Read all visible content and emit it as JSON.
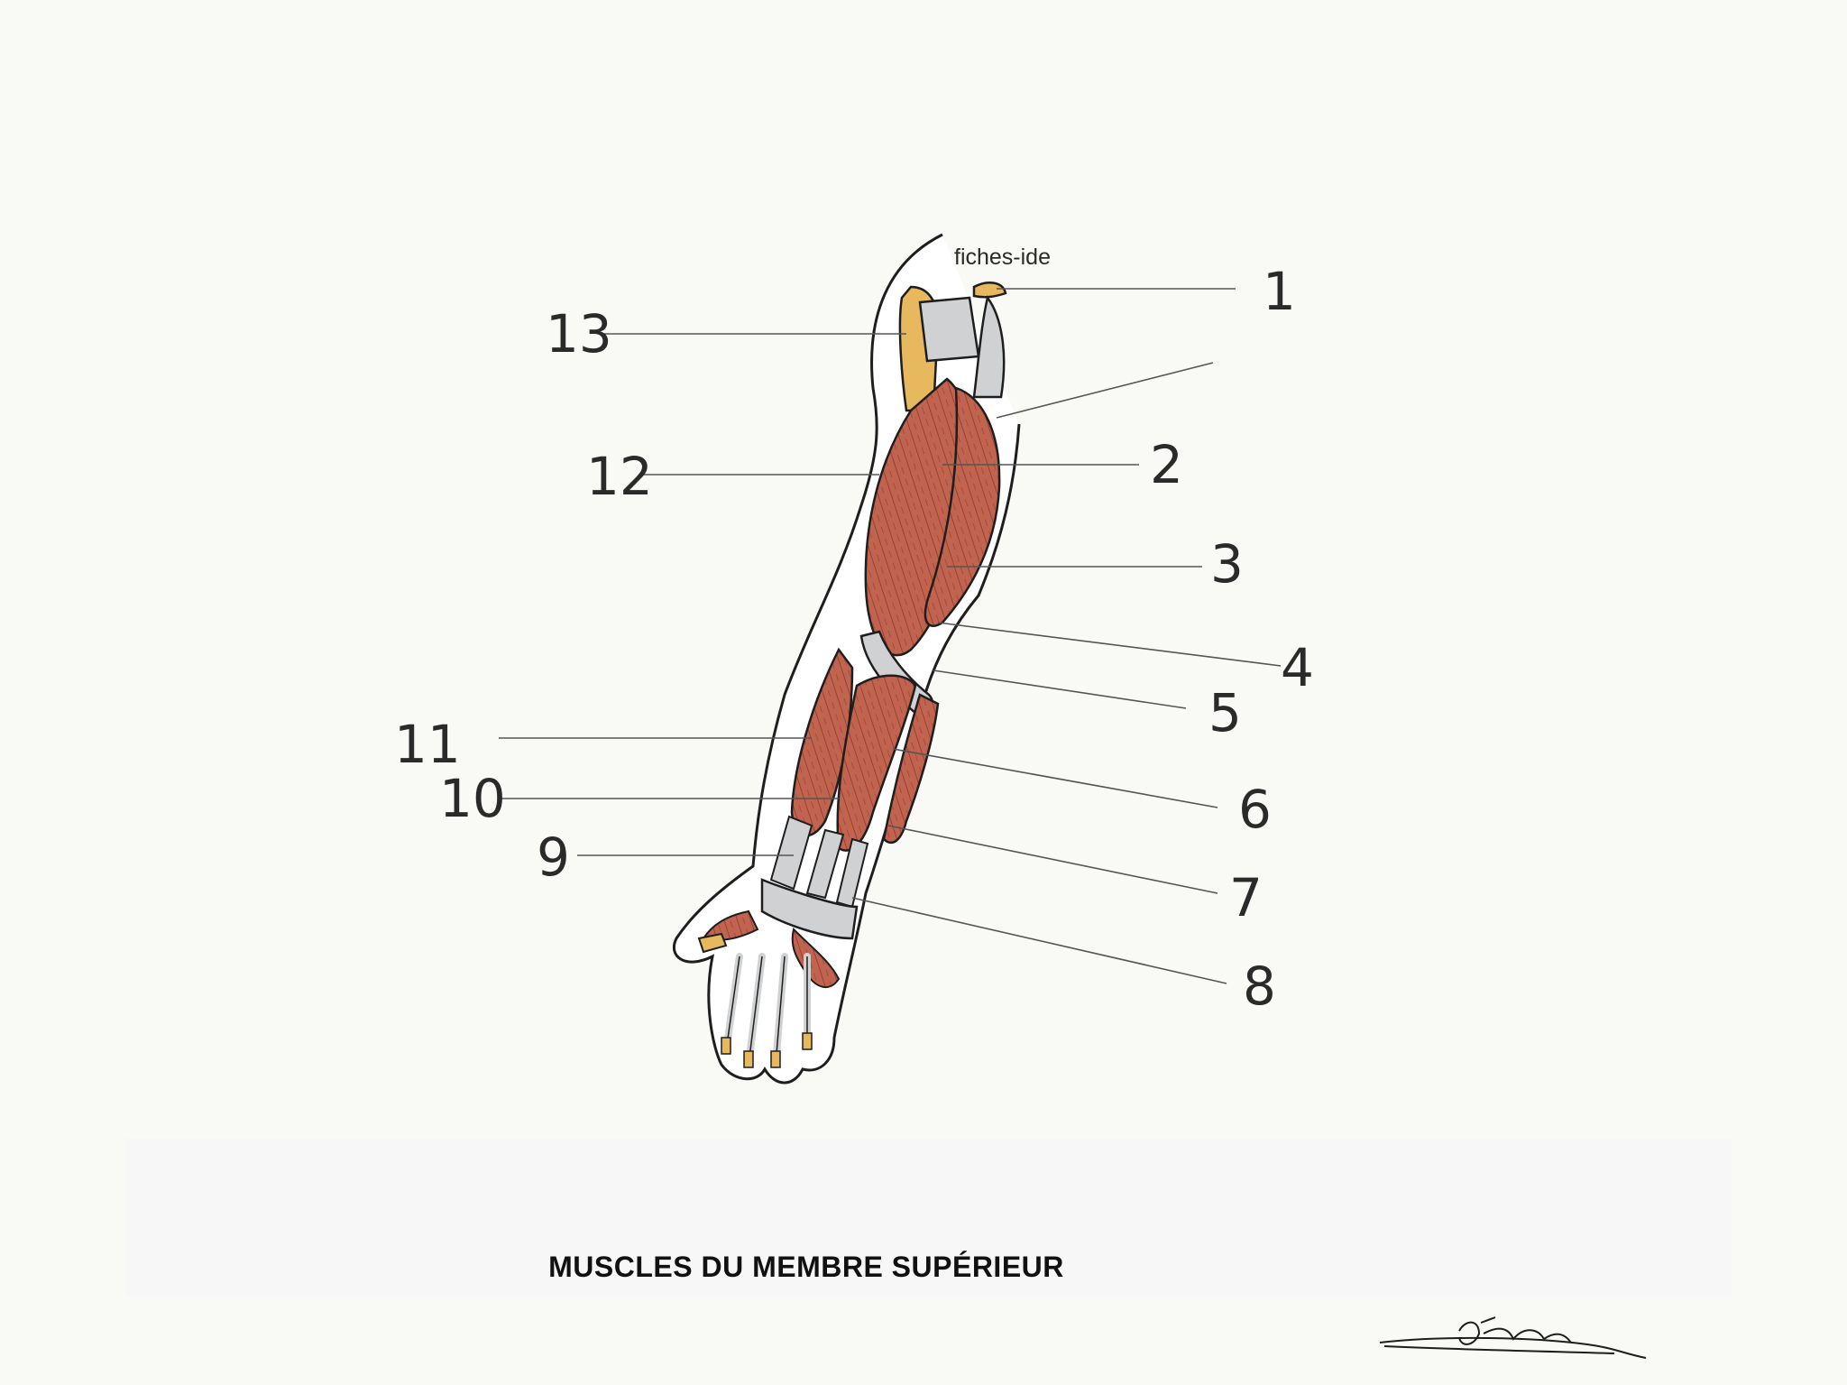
{
  "title": "MUSCLES DU MEMBRE SUPÉRIEUR",
  "watermark": "fiches-ide",
  "labels": [
    "1",
    "2",
    "3",
    "4",
    "5",
    "6",
    "7",
    "8",
    "9",
    "10",
    "11",
    "12",
    "13"
  ],
  "colors": {
    "muscle": "#c0634f",
    "muscle_dark": "#7a2e22",
    "bone": "#e8b85e",
    "tendon": "#cfd1d3",
    "outline": "#1e1e1e",
    "background": "#f9f9f6"
  },
  "signature": "signature"
}
